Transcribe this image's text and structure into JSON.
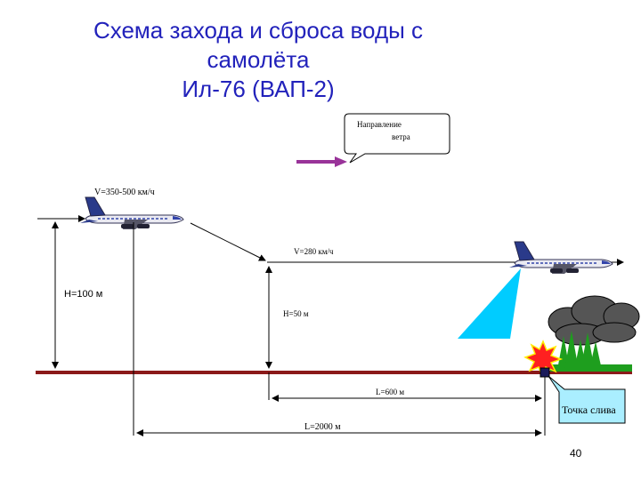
{
  "title": {
    "line1": "Схема захода и сброса воды с",
    "line2": "самолёта",
    "line3": "Ил-76 (ВАП-2)"
  },
  "wind_callout": {
    "line1": "Направление",
    "line2": "ветра"
  },
  "labels": {
    "speed_approach": "V=350-500 км/ч",
    "speed_drop": "V=280 км/ч",
    "height_approach": "H=100 м",
    "height_drop": "H=50 м",
    "distance_drop": "L=600 м",
    "distance_total": "L=2000 м",
    "drain_point": "Точка слива"
  },
  "page_number": "40",
  "colors": {
    "title": "#2222bb",
    "ground": "#8b1a1a",
    "wind_arrow": "#993399",
    "water_spray": "#00ccff",
    "callout_fill": "#aaeeff",
    "smoke": "#555555",
    "trees": "#1e9e1e",
    "fire": "#ff2020"
  },
  "icons": [
    "airplane-icon",
    "wind-arrow-icon",
    "smoke-cloud-icon",
    "fire-burst-icon",
    "tree-icon",
    "drain-point-marker-icon"
  ]
}
